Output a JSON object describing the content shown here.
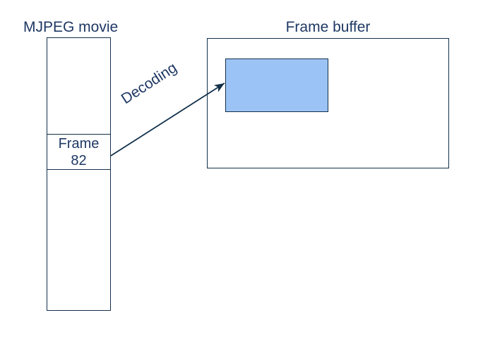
{
  "diagram": {
    "background_color": "#ffffff",
    "stroke_color": "#12304A",
    "text_color": "#1F3864",
    "accent_color": "#9CC3F5",
    "movie": {
      "title": "MJPEG movie",
      "cells": [
        {
          "name": "preceding-frames",
          "label": ""
        },
        {
          "name": "current-frame",
          "label_line_1": "Frame",
          "label_line_2": "82"
        },
        {
          "name": "following-frames",
          "label": ""
        }
      ]
    },
    "buffer": {
      "title": "Frame buffer",
      "decoded_frame_label": ""
    },
    "arrow": {
      "label": "Decoding",
      "from": "current-frame",
      "to": "decoded-frame"
    }
  }
}
